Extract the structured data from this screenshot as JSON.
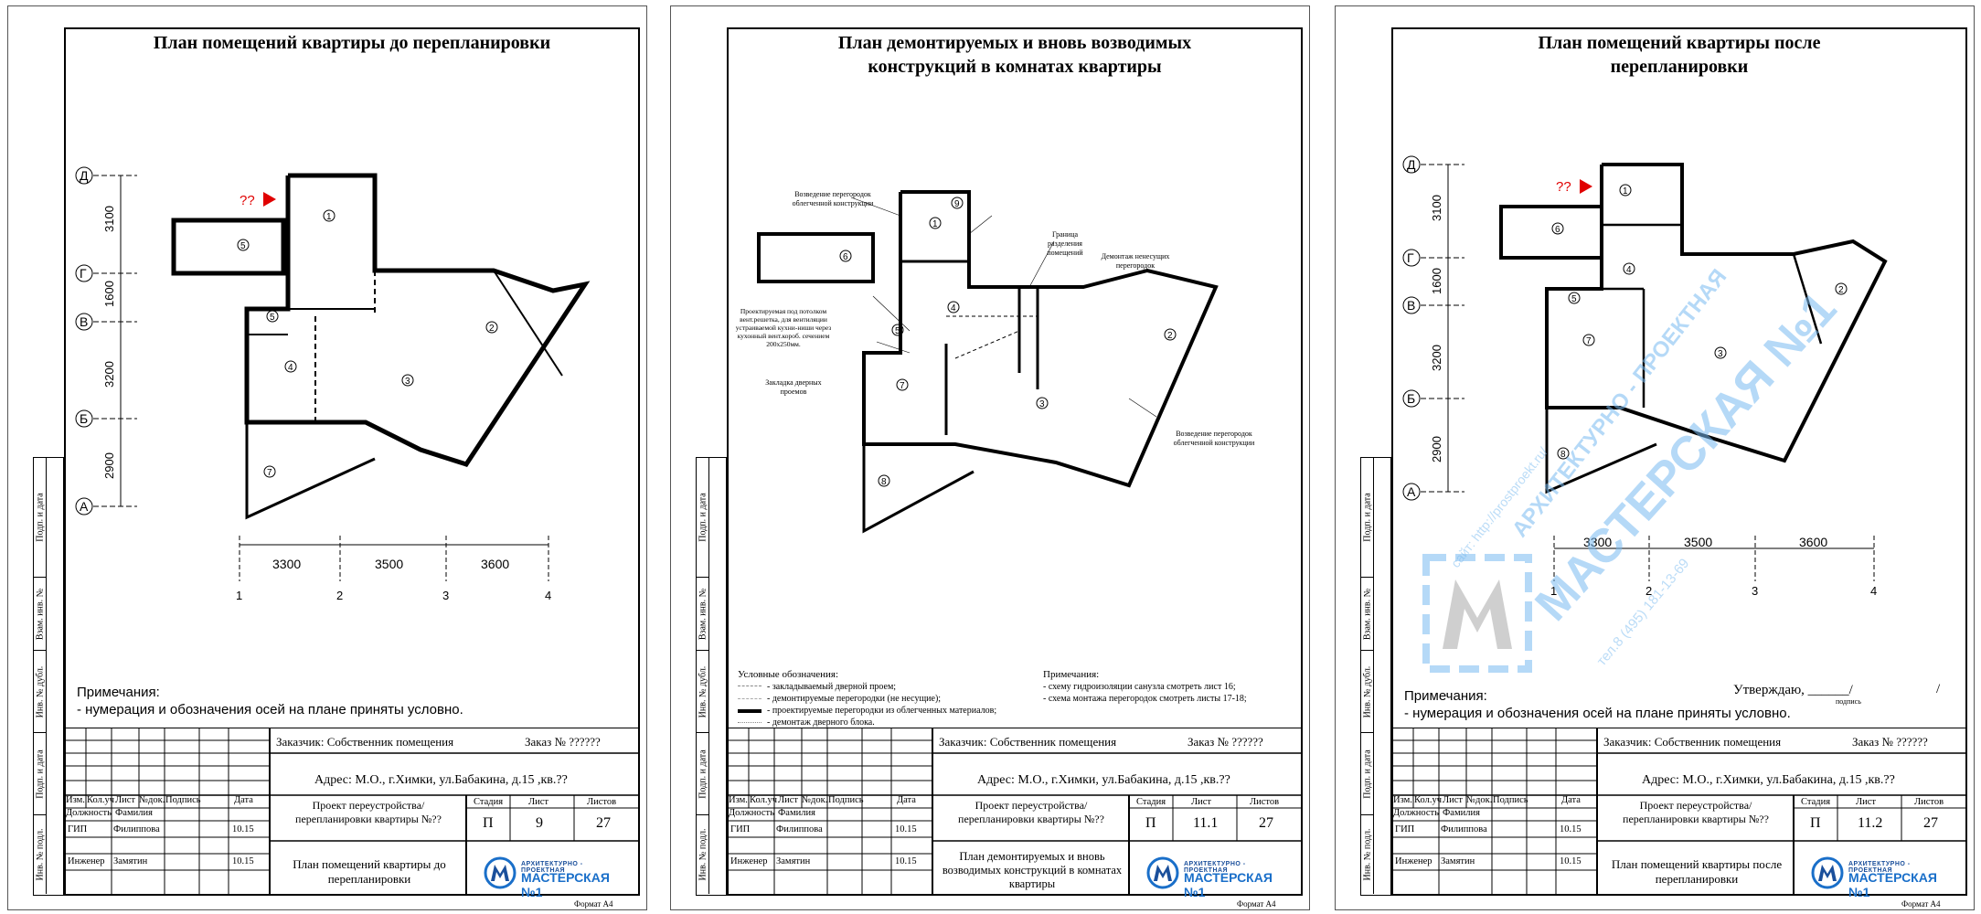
{
  "sheets": [
    {
      "title_lines": [
        "План помещений квартиры до перепланировки"
      ],
      "sheet_no": "9",
      "plan_title": "План помещений квартиры до перепланировки",
      "notes_title": "Примечания:",
      "notes": [
        "- нумерация и обозначения осей на плане приняты условно."
      ],
      "arrow_label": "??"
    },
    {
      "title_lines": [
        "План демонтируемых и вновь возводимых",
        "конструкций в комнатах квартиры"
      ],
      "sheet_no": "11.1",
      "plan_title": "План демонтируемых и вновь возводимых конструкций в комнатах квартиры",
      "legend_title": "Условные обозначения:",
      "legend": [
        "- закладываемый дверной проем;",
        "- демонтируемые перегородки (не несущие);",
        "- проектируемые перегородки из облегченных материалов;",
        "- демонтаж дверного блока."
      ],
      "notes_title": "Примечания:",
      "notes": [
        "- схему гидроизоляции санузла смотреть лист 16;",
        "- схема монтажа перегородок смотреть листы 17-18;"
      ],
      "callouts": [
        "Возведение перегородок облегченной конструкции",
        "Граница разделения помещений",
        "Демонтаж ненесущих перегородок",
        "Проектируемая под потолком вент.решетка, для вентиляции устраиваемой кухни-ниши через кухонный вент.короб. сечением 200х250мм.",
        "Закладка дверных проемов",
        "Возведение перегородок облегченной конструкции"
      ]
    },
    {
      "title_lines": [
        "План помещений квартиры после",
        "перепланировки"
      ],
      "sheet_no": "11.2",
      "plan_title": "План помещений квартиры после перепланировки",
      "notes_title": "Примечания:",
      "notes": [
        "- нумерация и обозначения осей на плане приняты условно."
      ],
      "approve": "Утверждаю, ______/",
      "approve_sign": "подпись",
      "approve_slash": "/",
      "arrow_label": "??",
      "watermark_main": "АРХИТЕКТУРНО - ПРОЕКТНАЯ",
      "watermark_big": "МАСТЕРСКАЯ №1",
      "watermark_site": "сайт: http://prostproekt.ru/",
      "watermark_phone": "тел.8 (495) 181-13-69"
    }
  ],
  "axes": {
    "rows": [
      "Д",
      "Г",
      "В",
      "Б",
      "А"
    ],
    "row_dims": [
      "3100",
      "1600",
      "3200",
      "2900"
    ],
    "cols": [
      "1",
      "2",
      "3",
      "4"
    ],
    "col_dims": [
      "3300",
      "3500",
      "3600"
    ]
  },
  "side_labels": [
    "Подп. и дата",
    "Взам. инв. №",
    "Инв. № дубл.",
    "Подп. и дата",
    "Инв. № подл."
  ],
  "stamp": {
    "customer": "Заказчик: Собственник помещения",
    "order": "Заказ № ??????",
    "address": "Адрес: М.О., г.Химки, ул.Бабакина, д.15 ,кв.??",
    "col_heads": [
      "Изм.",
      "Кол.уч",
      "Лист",
      "№док.",
      "Подпись",
      "Дата"
    ],
    "role_head": "Должность",
    "name_head": "Фамилия",
    "rows": [
      {
        "role": "ГИП",
        "name": "Филиппова",
        "date": "10.15"
      },
      {
        "role": "Инженер",
        "name": "Замятин",
        "date": "10.15"
      }
    ],
    "project": "Проект переустройства/перепланировки квартиры №??",
    "stage_head": "Стадия",
    "sheet_head": "Лист",
    "sheets_head": "Листов",
    "stage": "П",
    "total": "27",
    "logo_top": "АРХИТЕКТУРНО - ПРОЕКТНАЯ",
    "logo_main": "МАСТЕРСКАЯ №1",
    "format": "Формат А4"
  },
  "colors": {
    "arrow": "#e00000",
    "watermark": "#78b9f0",
    "logo": "#1a6fc9"
  }
}
